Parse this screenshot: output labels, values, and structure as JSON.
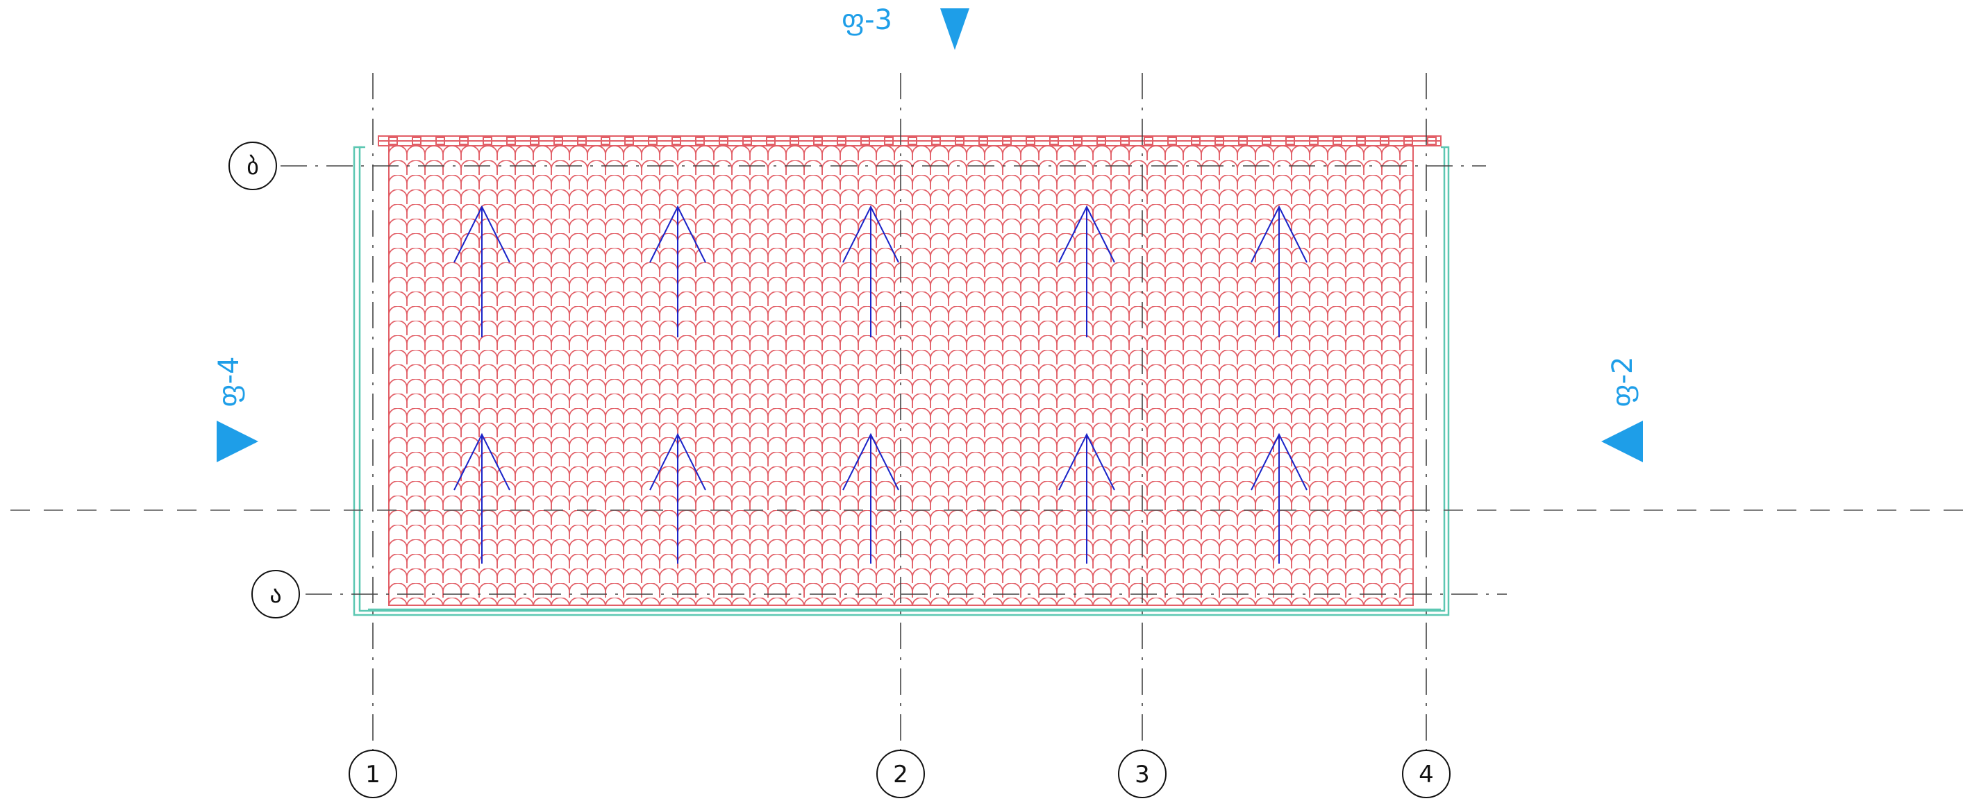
{
  "plan": {
    "grid_axes_vertical": [
      "1",
      "2",
      "3",
      "4"
    ],
    "grid_axes_horizontal": [
      "ბ",
      "ა"
    ],
    "elevation_markers": [
      {
        "label": "ფ-3",
        "direction": "down"
      },
      {
        "label": "ფ-4",
        "direction": "right"
      },
      {
        "label": "ფ-2",
        "direction": "left"
      }
    ],
    "slope_arrow_count": 10,
    "colors": {
      "roof_tile": "#e25e66",
      "slope_arrow": "#1a23c8",
      "elevation_marker": "#1e9ee8",
      "gutter": "#5cc7b2",
      "grid_line": "#444444"
    }
  }
}
